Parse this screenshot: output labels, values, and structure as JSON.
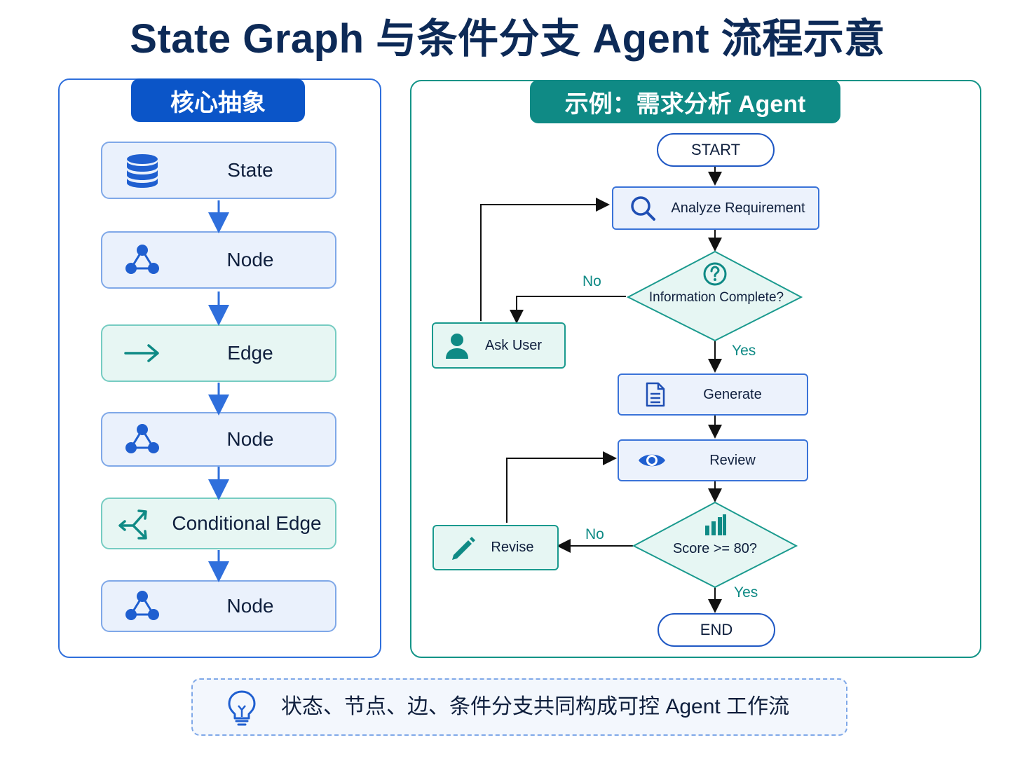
{
  "title": "State Graph 与条件分支 Agent 流程示意",
  "left_panel": {
    "header": "核心抽象",
    "items": [
      {
        "label": "State",
        "icon": "database-icon"
      },
      {
        "label": "Node",
        "icon": "node-graph-icon"
      },
      {
        "label": "Edge",
        "icon": "arrow-right-icon"
      },
      {
        "label": "Node",
        "icon": "node-graph-icon"
      },
      {
        "label": "Conditional Edge",
        "icon": "branch-icon"
      },
      {
        "label": "Node",
        "icon": "node-graph-icon"
      }
    ]
  },
  "right_panel": {
    "header": "示例：需求分析 Agent",
    "start": "START",
    "analyze": "Analyze Requirement",
    "decision_info": "Information Complete?",
    "ask_user": "Ask User",
    "generate": "Generate",
    "review": "Review",
    "decision_score": "Score >= 80?",
    "revise": "Revise",
    "end": "END",
    "no_label_1": "No",
    "yes_label_1": "Yes",
    "no_label_2": "No",
    "yes_label_2": "Yes"
  },
  "footer_note": "状态、节点、边、条件分支共同构成可控 Agent 工作流",
  "colors": {
    "title": "#0d2a57",
    "blue_accent": "#0b55c8",
    "teal_accent": "#0f8a85"
  }
}
